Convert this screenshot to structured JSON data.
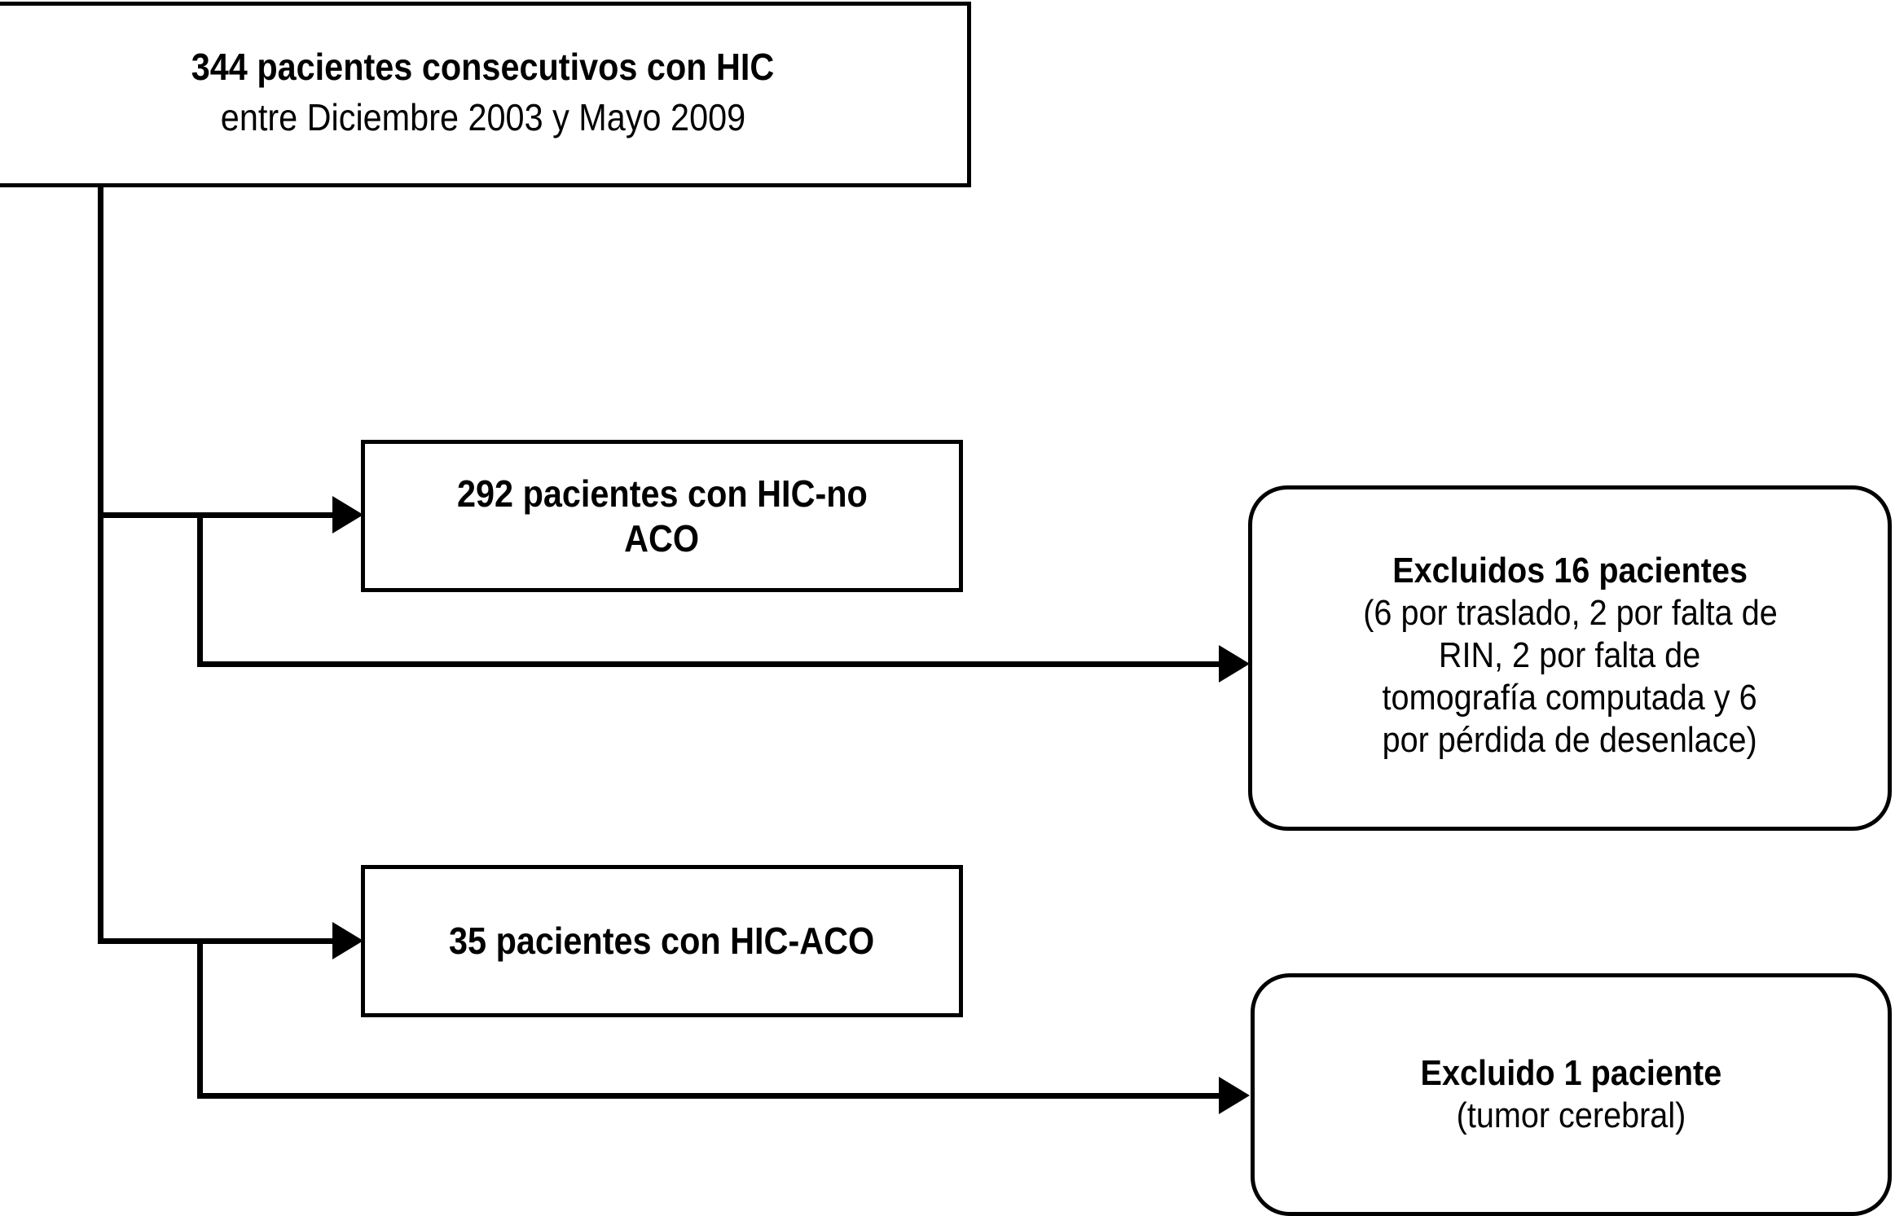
{
  "diagram": {
    "type": "flowchart",
    "title": "Diagrama de flujo de inclusion de pacientes con HIC",
    "language": "es",
    "colors": {
      "stroke": "#000000",
      "background": "#ffffff",
      "text": "#000000"
    },
    "nodes": {
      "root": {
        "shape": "rectangle",
        "line1": "344 pacientes consecutivos con HIC",
        "line2": "entre Diciembre 2003 y Mayo 2009"
      },
      "group_non_aco": {
        "shape": "rectangle",
        "line1": "292 pacientes con HIC-no",
        "line2": "ACO"
      },
      "group_aco": {
        "shape": "rectangle",
        "line1": "35 pacientes con HIC-ACO"
      },
      "excluded_16": {
        "shape": "rounded-rectangle",
        "line1": "Excluidos 16 pacientes",
        "line2": "(6 por traslado, 2 por falta de",
        "line3": "RIN, 2 por falta de",
        "line4": "tomografía computada y 6",
        "line5": "por pérdida de desenlace)"
      },
      "excluded_1": {
        "shape": "rounded-rectangle",
        "line1": "Excluido 1 paciente",
        "line2": "(tumor cerebral)"
      }
    },
    "edges": [
      {
        "from": "root",
        "to": "group_non_aco",
        "style": "elbow-arrow"
      },
      {
        "from": "root",
        "to": "excluded_16",
        "style": "elbow-arrow"
      },
      {
        "from": "root",
        "to": "group_aco",
        "style": "elbow-arrow"
      },
      {
        "from": "root",
        "to": "excluded_1",
        "style": "elbow-arrow"
      }
    ]
  }
}
